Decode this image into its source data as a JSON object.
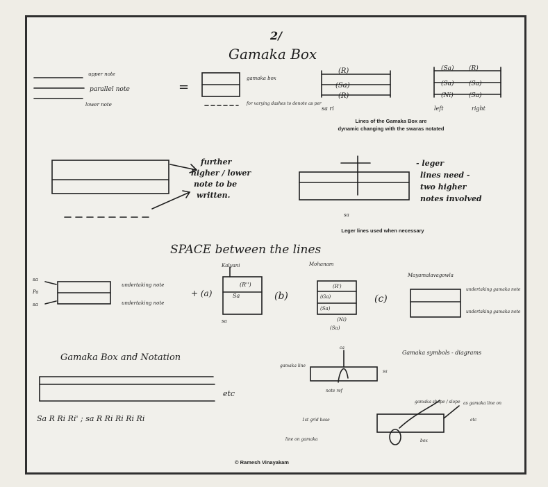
{
  "page": {
    "page_number": "2/",
    "title": "Gamaka Box",
    "footer": "© Ramesh Vinayakam"
  },
  "section1": {
    "upper_note": "upper note",
    "parallel_note": "parallel note",
    "lower_note": "lower note",
    "equals": "=",
    "gamaka_box_label": "gamaka box",
    "dash_note": "for varying dashes to denote as per",
    "notes_grid_1": [
      "(R)",
      "(Sa)",
      "(R)"
    ],
    "notes_grid_2": [
      "(Sa)",
      "(R)",
      "(Sa)",
      "(Sa)",
      "(Ni)",
      "(Sa)"
    ],
    "caption_under_1": "sa ri",
    "caption_under_2a": "left",
    "caption_under_2b": "right",
    "printed_caption_line1": "Lines of the Gamaka Box are",
    "printed_caption_line2": "dynamic changing with the swaras notated"
  },
  "section2": {
    "further_note": [
      "further",
      "higher / lower",
      "note to be",
      "written."
    ],
    "ledger_note": [
      "- leger",
      "lines need -",
      "two higher",
      "notes involved"
    ],
    "ledger_label": "sa",
    "printed_caption": "Leger lines used when necessary"
  },
  "section3": {
    "heading": "SPACE between the lines",
    "label_left": [
      "sa",
      "Pa",
      "sa"
    ],
    "left_notes": [
      "undertaking note",
      "undertaking note"
    ],
    "options": [
      "+ (a)",
      "(b)",
      "(c)"
    ],
    "box_a_title": "Kalyani",
    "box_a_notes": [
      "(R'')",
      "Sa",
      "sa"
    ],
    "box_b_title": "Mohanam",
    "box_b_notes": [
      "(R')",
      "(Ga)",
      "(Sa)",
      "(Ni)",
      "(Sa)"
    ],
    "box_c_title": "Mayamalavagowla",
    "box_c_notes": [
      "undertaking gamaka note",
      "undertaking gamaka note"
    ]
  },
  "section4": {
    "heading": "Gamaka Box and Notation",
    "etc": "etc",
    "formula": "Sa R Ri Ri' ; sa R Ri Ri Ri Ri",
    "right_heading": "Gamaka symbols - diagrams",
    "lower_labels": [
      "gamaka line",
      "ca",
      "sa",
      "note ref"
    ],
    "annotations": [
      "gamaka shape / slope",
      "as gamaka line on",
      "etc",
      "1st grid base",
      "box",
      "line on gamaka"
    ]
  }
}
